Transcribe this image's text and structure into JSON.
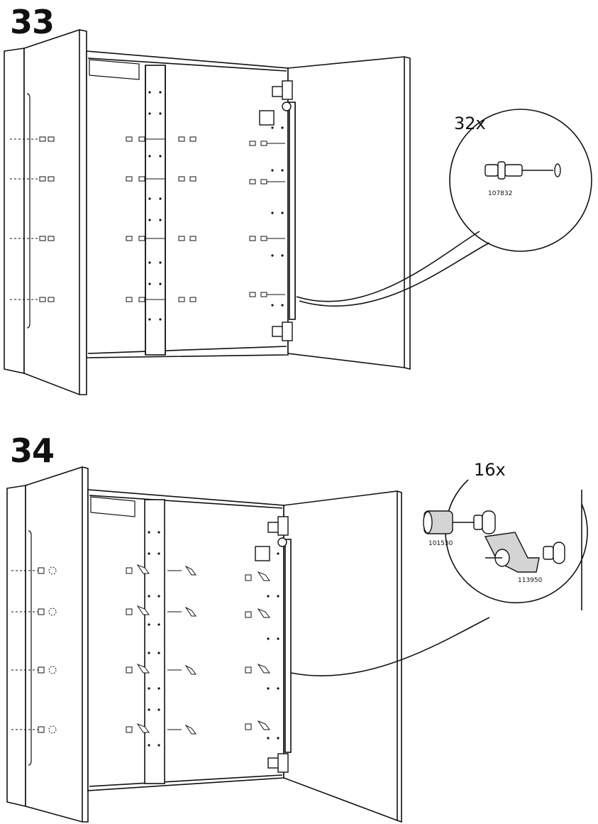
{
  "steps": [
    {
      "number": "33",
      "callout": {
        "quantity": "32x",
        "parts": [
          {
            "id": "107832",
            "icon": "dowel-pin-icon"
          }
        ]
      }
    },
    {
      "number": "34",
      "callout": {
        "quantity": "16x",
        "parts": [
          {
            "id": "101530",
            "icon": "cylinder-plug-icon"
          },
          {
            "id": "113950",
            "icon": "shelf-support-icon"
          }
        ]
      }
    }
  ],
  "colors": {
    "line": "#111111",
    "fill": "#ffffff",
    "part_shade": "#d4d4d4"
  }
}
